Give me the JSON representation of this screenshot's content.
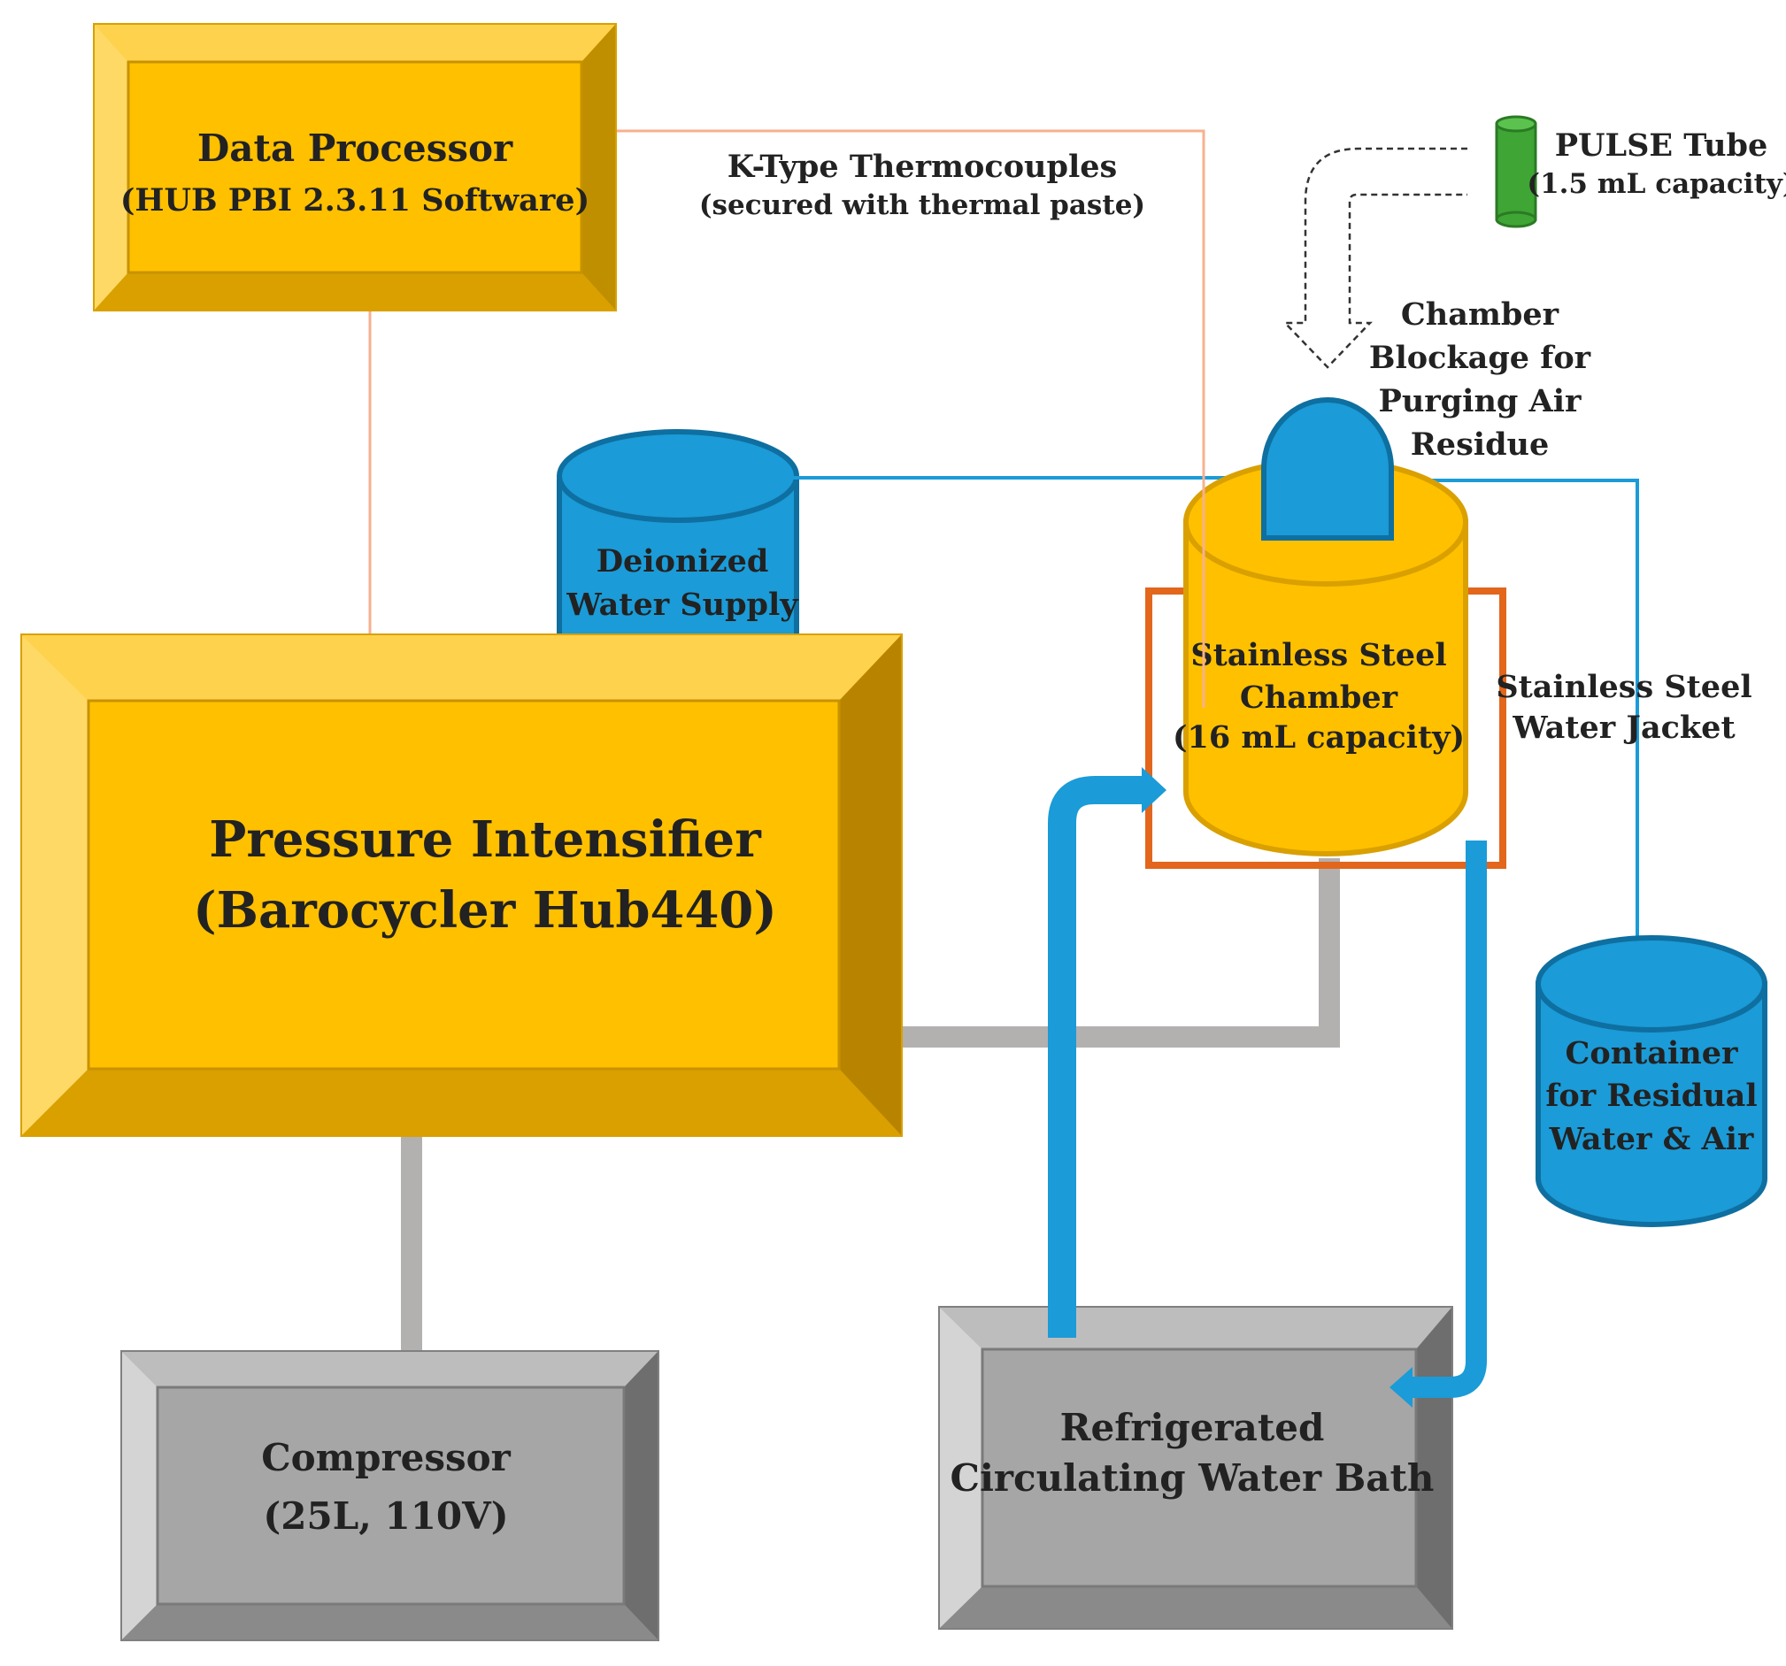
{
  "colors": {
    "gold_face": "#ffc000",
    "gold_light": "#ffd966",
    "gold_dark": "#bf8f00",
    "gold_border": "#d9a000",
    "gray_face": "#a6a6a6",
    "gray_light": "#cfcfcf",
    "gray_dark": "#707070",
    "water_blue": "#1b9bd7",
    "water_blue_dark": "#0e6fa0",
    "pipe_gray": "#b3b0b0",
    "thermo_line": "#f8b08f",
    "jacket_orange": "#e2661c",
    "tube_green": "#3fa535"
  },
  "components": {
    "data_processor": {
      "title": "Data Processor",
      "subtitle": "(HUB PBI 2.3.11 Software)"
    },
    "pressure_intensifier": {
      "title": "Pressure Intensifier",
      "subtitle": "(Barocycler Hub440)"
    },
    "compressor": {
      "title": "Compressor",
      "subtitle": "(25L, 110V)"
    },
    "water_bath": {
      "line1": "Refrigerated",
      "line2": "Circulating Water Bath"
    },
    "deionized_water": {
      "line1": "Deionized",
      "line2": "Water Supply"
    },
    "chamber": {
      "line1": "Stainless Steel",
      "line2": "Chamber",
      "line3": "(16 mL capacity)"
    },
    "container": {
      "line1": "Container",
      "line2": "for Residual",
      "line3": "Water & Air"
    },
    "pulse_tube": {
      "line1": "PULSE Tube",
      "line2": "(1.5 mL capacity)"
    }
  },
  "labels": {
    "thermocouples": {
      "line1": "K-Type Thermocouples",
      "line2": "(secured with thermal paste)"
    },
    "blockage": {
      "line1": "Chamber",
      "line2": "Blockage for",
      "line3": "Purging Air",
      "line4": "Residue"
    },
    "water_jacket": {
      "line1": "Stainless Steel",
      "line2": "Water Jacket"
    }
  }
}
